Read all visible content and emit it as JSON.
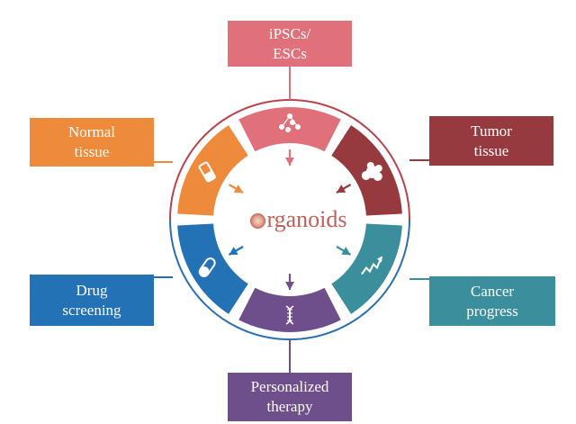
{
  "center_label": {
    "lead_letter": "O",
    "rest": "rganoids",
    "color": "#c0605a"
  },
  "nodes": [
    {
      "id": "ipscs",
      "label": "iPSCs/\nESCs",
      "color": "#e0717a"
    },
    {
      "id": "tumor",
      "label": "Tumor\ntissue",
      "color": "#963a3f"
    },
    {
      "id": "cancer",
      "label": "Cancer\nprogress",
      "color": "#3b8f9c"
    },
    {
      "id": "therapy",
      "label": "Personalized\ntherapy",
      "color": "#6e4f8c"
    },
    {
      "id": "drug",
      "label": "Drug\nscreening",
      "color": "#2372b6"
    },
    {
      "id": "normal",
      "label": "Normal\ntissue",
      "color": "#ee8a3c"
    }
  ],
  "ring": {
    "upper_color": "#b8424c",
    "lower_color": "#2a6fb0"
  }
}
